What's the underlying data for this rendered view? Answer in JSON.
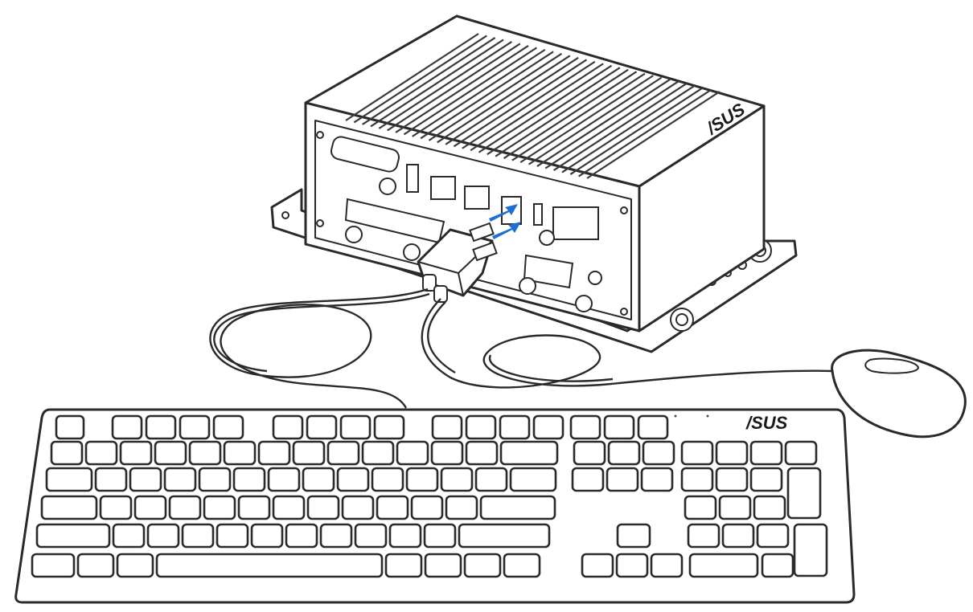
{
  "figure": {
    "keyboard_brand": "/SUS",
    "device_brand": "/SUS",
    "arrow_color": "#1f6fd0",
    "line_color": "#2a2a2a",
    "components": [
      "mini-pc",
      "usb-dongle",
      "keyboard",
      "mouse"
    ],
    "icons": [
      "usb-arrow-icon",
      "usb-arrow-icon"
    ]
  }
}
